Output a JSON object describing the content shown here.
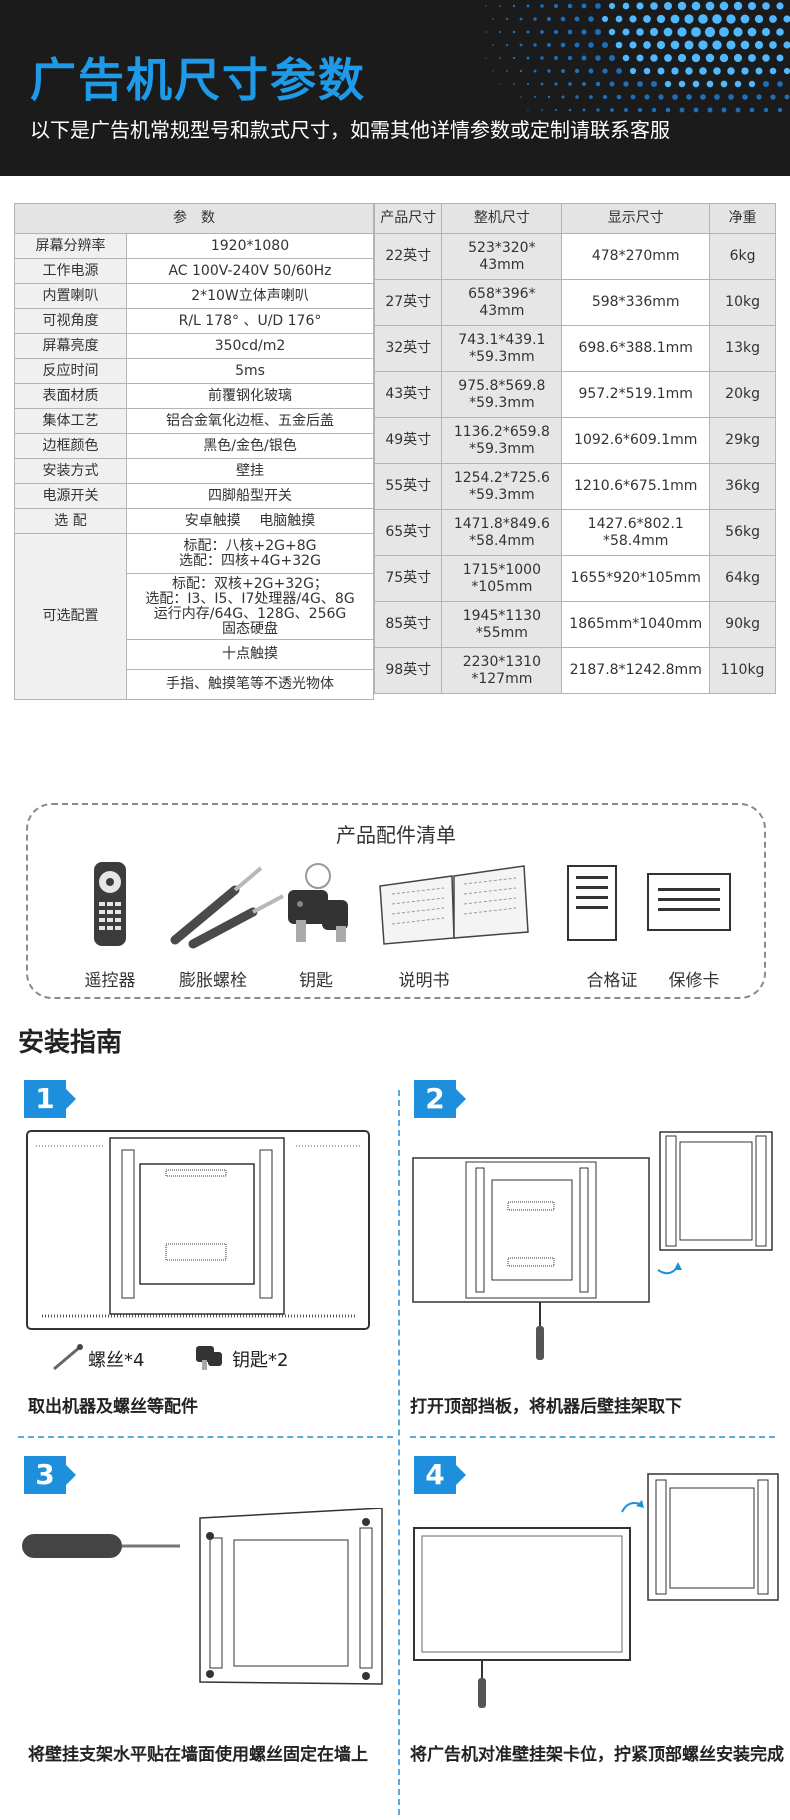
{
  "header": {
    "title": "广告机尺寸参数",
    "subtitle": "以下是广告机常规型号和款式尺寸，如需其他详情参数或定制请联系客服"
  },
  "params": {
    "header": "参　数",
    "rows": [
      {
        "k": "屏幕分辨率",
        "v": "1920*1080"
      },
      {
        "k": "工作电源",
        "v": "AC 100V-240V 50/60Hz"
      },
      {
        "k": "内置喇叭",
        "v": "2*10W立体声喇叭"
      },
      {
        "k": "可视角度",
        "v": "R/L 178° 、U/D 176°"
      },
      {
        "k": "屏幕亮度",
        "v": "350cd/m2"
      },
      {
        "k": "反应时间",
        "v": "5ms"
      },
      {
        "k": "表面材质",
        "v": "前覆钢化玻璃"
      },
      {
        "k": "集体工艺",
        "v": "铝合金氧化边框、五金后盖"
      },
      {
        "k": "边框颜色",
        "v": "黑色/金色/银色"
      },
      {
        "k": "安装方式",
        "v": "壁挂"
      },
      {
        "k": "电源开关",
        "v": "四脚船型开关"
      },
      {
        "k": "选 配",
        "v": "安卓触摸　 电脑触摸"
      }
    ],
    "optional_label": "可选配置",
    "optional": [
      "标配：八核+2G+8G\n选配：四核+4G+32G",
      "标配：双核+2G+32G；\n选配：I3、I5、I7处理器/4G、8G\n运行内存/64G、128G、256G\n固态硬盘",
      "十点触摸",
      "手指、触摸笔等不透光物体"
    ]
  },
  "sizes": {
    "headers": [
      "产品尺寸",
      "整机尺寸",
      "显示尺寸",
      "净重"
    ],
    "rows": [
      {
        "size": "22英寸",
        "overall": "523*320*\n43mm",
        "display": "478*270mm",
        "weight": "6kg"
      },
      {
        "size": "27英寸",
        "overall": "658*396*\n43mm",
        "display": "598*336mm",
        "weight": "10kg"
      },
      {
        "size": "32英寸",
        "overall": "743.1*439.1\n*59.3mm",
        "display": "698.6*388.1mm",
        "weight": "13kg"
      },
      {
        "size": "43英寸",
        "overall": "975.8*569.8\n*59.3mm",
        "display": "957.2*519.1mm",
        "weight": "20kg"
      },
      {
        "size": "49英寸",
        "overall": "1136.2*659.8\n*59.3mm",
        "display": "1092.6*609.1mm",
        "weight": "29kg"
      },
      {
        "size": "55英寸",
        "overall": "1254.2*725.6\n*59.3mm",
        "display": "1210.6*675.1mm",
        "weight": "36kg"
      },
      {
        "size": "65英寸",
        "overall": "1471.8*849.6\n*58.4mm",
        "display": "1427.6*802.1\n*58.4mm",
        "weight": "56kg"
      },
      {
        "size": "75英寸",
        "overall": "1715*1000\n*105mm",
        "display": "1655*920*105mm",
        "weight": "64kg"
      },
      {
        "size": "85英寸",
        "overall": "1945*1130\n*55mm",
        "display": "1865mm*1040mm",
        "weight": "90kg"
      },
      {
        "size": "98英寸",
        "overall": "2230*1310\n*127mm",
        "display": "2187.8*1242.8mm",
        "weight": "110kg"
      }
    ]
  },
  "accessories": {
    "title": "产品配件清单",
    "items": [
      "遥控器",
      "膨胀螺栓",
      "钥匙",
      "说明书",
      "合格证",
      "保修卡"
    ]
  },
  "guide": {
    "title": "安装指南",
    "steps": [
      {
        "num": "1",
        "caption": "取出机器及螺丝等配件",
        "parts": [
          "螺丝*4",
          "钥匙*2"
        ]
      },
      {
        "num": "2",
        "caption": "打开顶部挡板，将机器后壁挂架取下"
      },
      {
        "num": "3",
        "caption": "将壁挂支架水平贴在墙面使用螺丝固定在墙上"
      },
      {
        "num": "4",
        "caption": "将广告机对准壁挂架卡位，拧紧顶部螺丝安装完成"
      }
    ]
  }
}
